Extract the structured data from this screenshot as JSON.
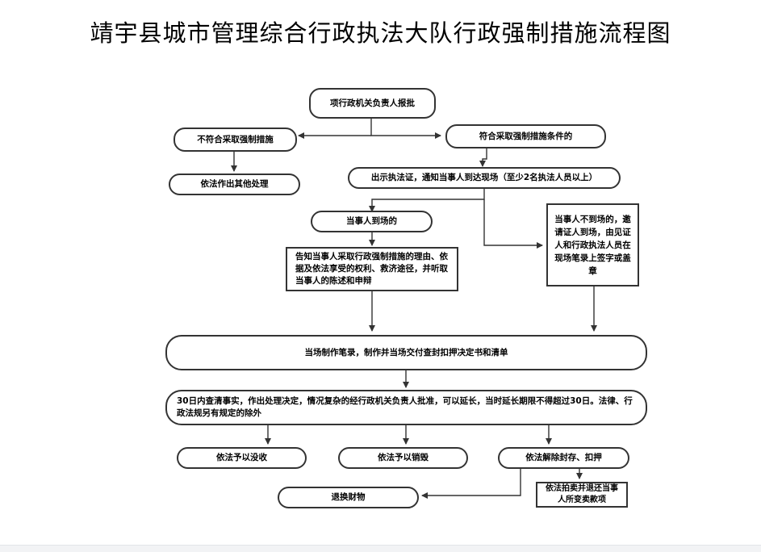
{
  "title": "靖宇县城市管理综合行政执法大队行政强制措施流程图",
  "nodes": {
    "approval": "项行政机关负责人报批",
    "not_meet": "不符合采取强制措施",
    "meet": "符合采取强制措施条件的",
    "other_handling": "依法作出其他处理",
    "show_cert": "出示执法证，通知当事人到达现场（至少2名执法人员以上）",
    "party_present": "当事人到场的",
    "party_absent": "当事人不到场的，邀请证人到场，由见证人和行政执法人员在现场笔录上签字或盖章",
    "inform": "告知当事人采取行政强制措施的理由、依据及依法享受的权利、救济途径，并听取当事人的陈述和申辩",
    "record": "当场制作笔录，制作并当场交付查封扣押决定书和清单",
    "decision": "30日内查清事实，作出处理决定，情况复杂的经行政机关负责人批准，可以延长，当时延长期限不得超过30日。法律、行政法规另有规定的除外",
    "confiscate": "依法予以没收",
    "destroy": "依法予以销毁",
    "release": "依法解除封存、扣押",
    "return_property": "退换财物",
    "auction": "依法拍卖并退还当事人所变卖款项"
  }
}
